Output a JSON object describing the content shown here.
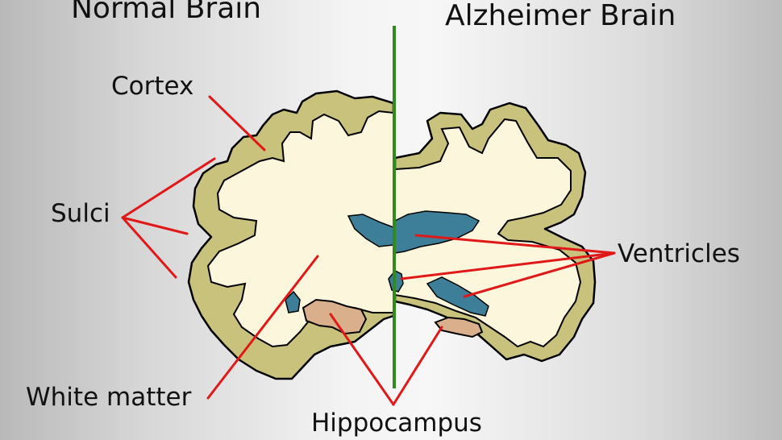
{
  "titles": {
    "left": "Normal Brain",
    "right": "Alzheimer Brain"
  },
  "labels": {
    "cortex": "Cortex",
    "sulci": "Sulci",
    "white_matter": "White matter",
    "hippocampus": "Hippocampus",
    "ventricles": "Ventricles"
  },
  "colors": {
    "cortex_fill": "#c9c27d",
    "cortex_outline": "#000000",
    "white_matter": "#fbf6dc",
    "ventricle": "#3d7f99",
    "hippocampus": "#d9b08b",
    "divider": "#2f8a1f",
    "leader_lines": "#e01818"
  }
}
